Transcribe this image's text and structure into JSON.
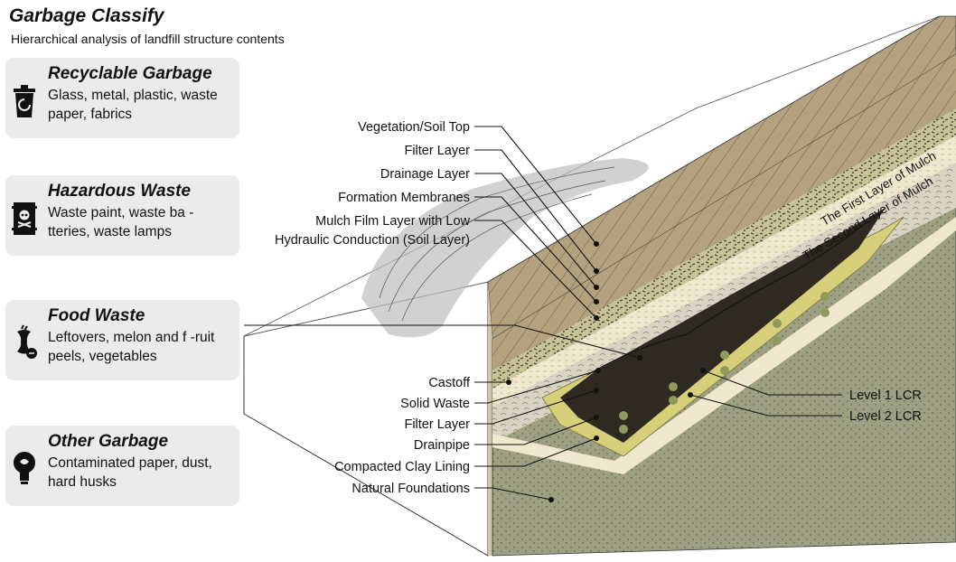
{
  "title": "Garbage Classify",
  "subtitle": "Hierarchical analysis of landfill structure contents",
  "categories": [
    {
      "title": "Recyclable Garbage",
      "description": "Glass, metal, plastic, waste paper, fabrics",
      "icon": "recycle-bin-icon"
    },
    {
      "title": "Hazardous Waste",
      "description": "Waste paint, waste ba -tteries, waste lamps",
      "icon": "hazardous-skull-icon"
    },
    {
      "title": "Food Waste",
      "description": "Leftovers, melon and f -ruit peels, vegetables",
      "icon": "apple-core-icon"
    },
    {
      "title": "Other Garbage",
      "description": "Contaminated paper, dust, hard husks",
      "icon": "lightbulb-icon"
    }
  ],
  "labels_top": [
    "Vegetation/Soil Top",
    "Filter Layer",
    "Drainage Layer",
    "Formation Membranes",
    "Mulch Film Layer with Low",
    "Hydraulic Conduction (Soil Layer)"
  ],
  "labels_bottom": [
    "Castoff",
    "Solid Waste",
    "Filter Layer",
    "Drainpipe",
    "Compacted Clay Lining",
    "Natural Foundations"
  ],
  "labels_right": [
    "Level 1 LCR",
    "Level 2 LCR"
  ],
  "labels_slope": [
    "The First Layer of Mulch",
    "The Second Layer of Mulch"
  ],
  "colors": {
    "card_bg": "#ebebeb",
    "soil_top": "#b4a27f",
    "gravel": "#c9c39a",
    "sand": "#efe8cf",
    "membrane": "#ddd8c2",
    "waste": "#2e2a22",
    "lcr": "#d8cf7a",
    "foundation": "#9da083"
  }
}
